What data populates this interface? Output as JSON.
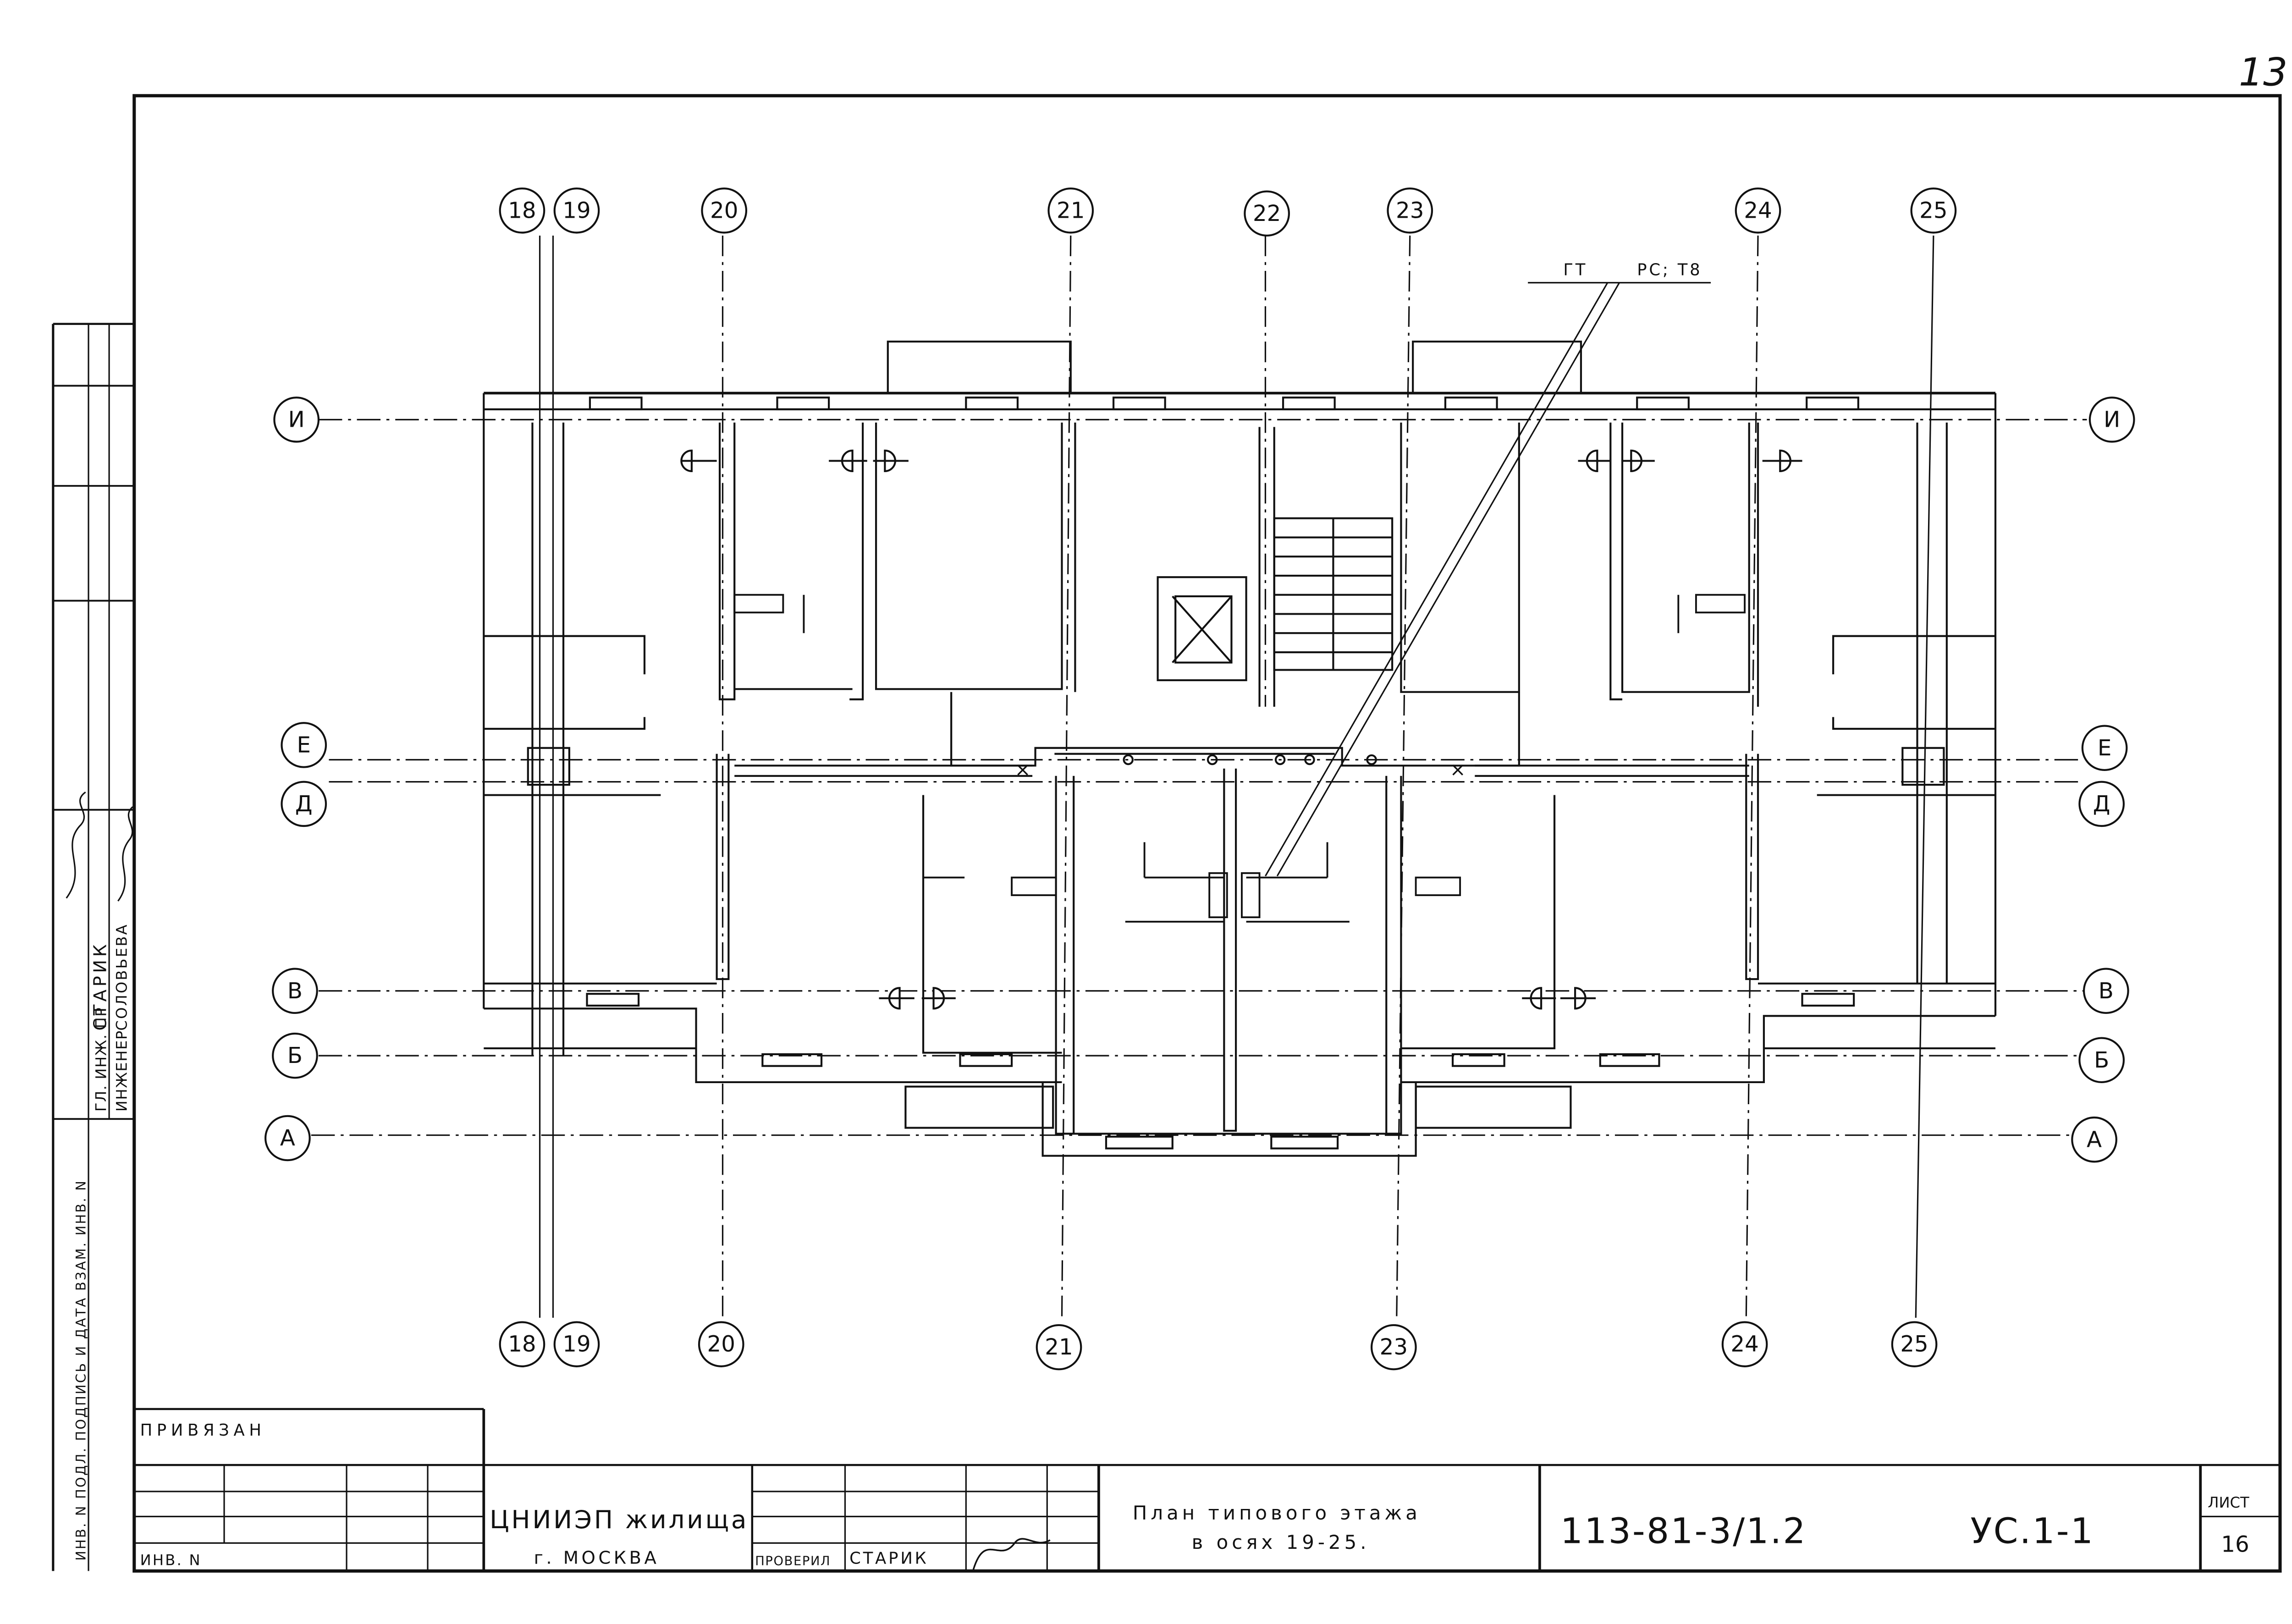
{
  "sheet_corner_mark": "13",
  "axes": {
    "vertical_top": [
      "18",
      "19",
      "20",
      "21",
      "22",
      "23",
      "24",
      "25"
    ],
    "vertical_bottom": [
      "18",
      "19",
      "20",
      "21",
      "23",
      "24",
      "25"
    ],
    "rows": [
      "И",
      "Е",
      "Д",
      "В",
      "Б",
      "А"
    ]
  },
  "riser_note": {
    "left": "ГТ",
    "right": "РС; Т8"
  },
  "title_block": {
    "attached_label": "ПРИВЯЗАН",
    "inv_no_label": "ИНВ. N",
    "organization": "ЦНИИЭП жилища",
    "city": "г. МОСКВА",
    "checked_label": "ПРОВЕРИЛ",
    "checked_name": "СТАРИК",
    "sheet_title_line1": "План типового этажа",
    "sheet_title_line2": "в осях 19-25.",
    "project_code": "113-81-3/1.2",
    "drawing_code": "УС.1-1",
    "sheet_label": "ЛИСТ",
    "sheet_number": "16"
  },
  "side_stamp": {
    "lead_engineer_label": "ГЛ. ИНЖ. ПР",
    "lead_engineer_name": "СТАРИК",
    "engineer_label": "ИНЖЕНЕР",
    "engineer_name": "СОЛОВЬЕВА",
    "inventory_caption": "ИНВ. N ПОДЛ.   ПОДПИСЬ И ДАТА   ВЗАМ. ИНВ. N"
  }
}
